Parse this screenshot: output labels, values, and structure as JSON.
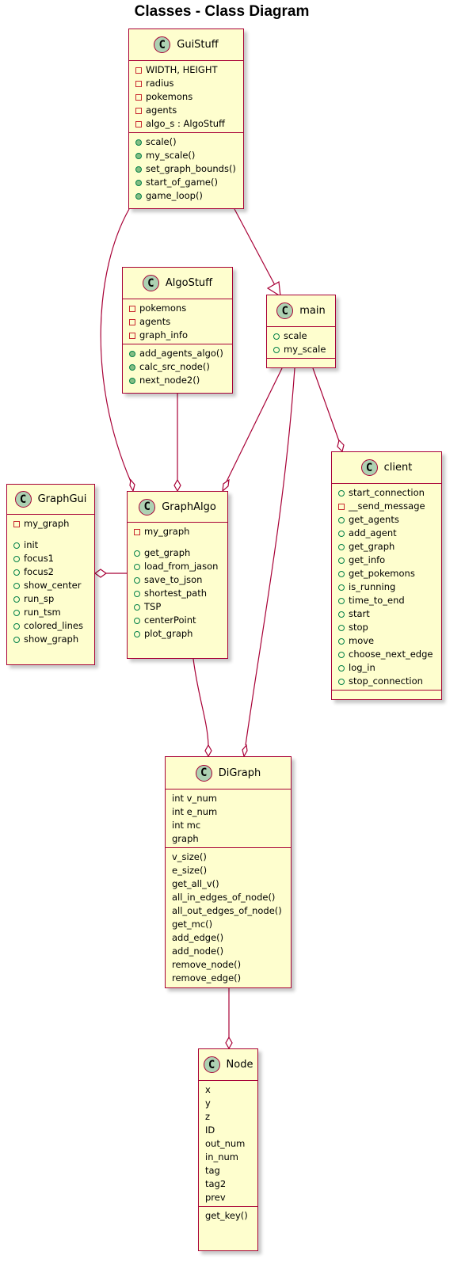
{
  "title": "Classes - Class Diagram",
  "colors": {
    "box_fill": "#fefece",
    "border": "#a80036",
    "badge": "#add1b2",
    "private": "#c82930",
    "public": "#038048"
  },
  "classes": {
    "guistuff": {
      "name": "GuiStuff",
      "attributes": [
        "WIDTH, HEIGHT",
        "radius",
        "pokemons",
        "agents",
        "algo_s : AlgoStuff"
      ],
      "methods": [
        "scale()",
        "my_scale()",
        "set_graph_bounds()",
        "start_of_game()",
        "game_loop()"
      ]
    },
    "algostuff": {
      "name": "AlgoStuff",
      "attributes": [
        "pokemons",
        "agents",
        "graph_info"
      ],
      "methods": [
        "add_agents_algo()",
        "calc_src_node()",
        "next_node2()"
      ]
    },
    "main": {
      "name": "main",
      "members": [
        "scale",
        "my_scale"
      ]
    },
    "graphgui": {
      "name": "GraphGui",
      "attributes": [
        "my_graph"
      ],
      "methods": [
        "init",
        "focus1",
        "focus2",
        "show_center",
        "run_sp",
        "run_tsm",
        "colored_lines",
        "show_graph"
      ]
    },
    "graphalgo": {
      "name": "GraphAlgo",
      "attributes": [
        "my_graph"
      ],
      "methods": [
        "get_graph",
        "load_from_jason",
        "save_to_json",
        "shortest_path",
        "TSP",
        "centerPoint",
        "plot_graph"
      ]
    },
    "client": {
      "name": "client",
      "members": [
        "start_connection",
        "__send_message",
        "get_agents",
        "add_agent",
        "get_graph",
        "get_info",
        "get_pokemons",
        "is_running",
        "time_to_end",
        "start",
        "stop",
        "move",
        "choose_next_edge",
        "log_in",
        "stop_connection"
      ]
    },
    "digraph": {
      "name": "DiGraph",
      "attributes": [
        "int v_num",
        "int e_num",
        "int mc",
        "graph"
      ],
      "methods": [
        "v_size()",
        "e_size()",
        "get_all_v()",
        "all_in_edges_of_node()",
        "all_out_edges_of_node()",
        "get_mc()",
        "add_edge()",
        "add_node()",
        "remove_node()",
        "remove_edge()"
      ]
    },
    "node": {
      "name": "Node",
      "attributes": [
        "x",
        "y",
        "z",
        "ID",
        "out_num",
        "in_num",
        "tag",
        "tag2",
        "prev"
      ],
      "methods": [
        "get_key()"
      ]
    }
  }
}
